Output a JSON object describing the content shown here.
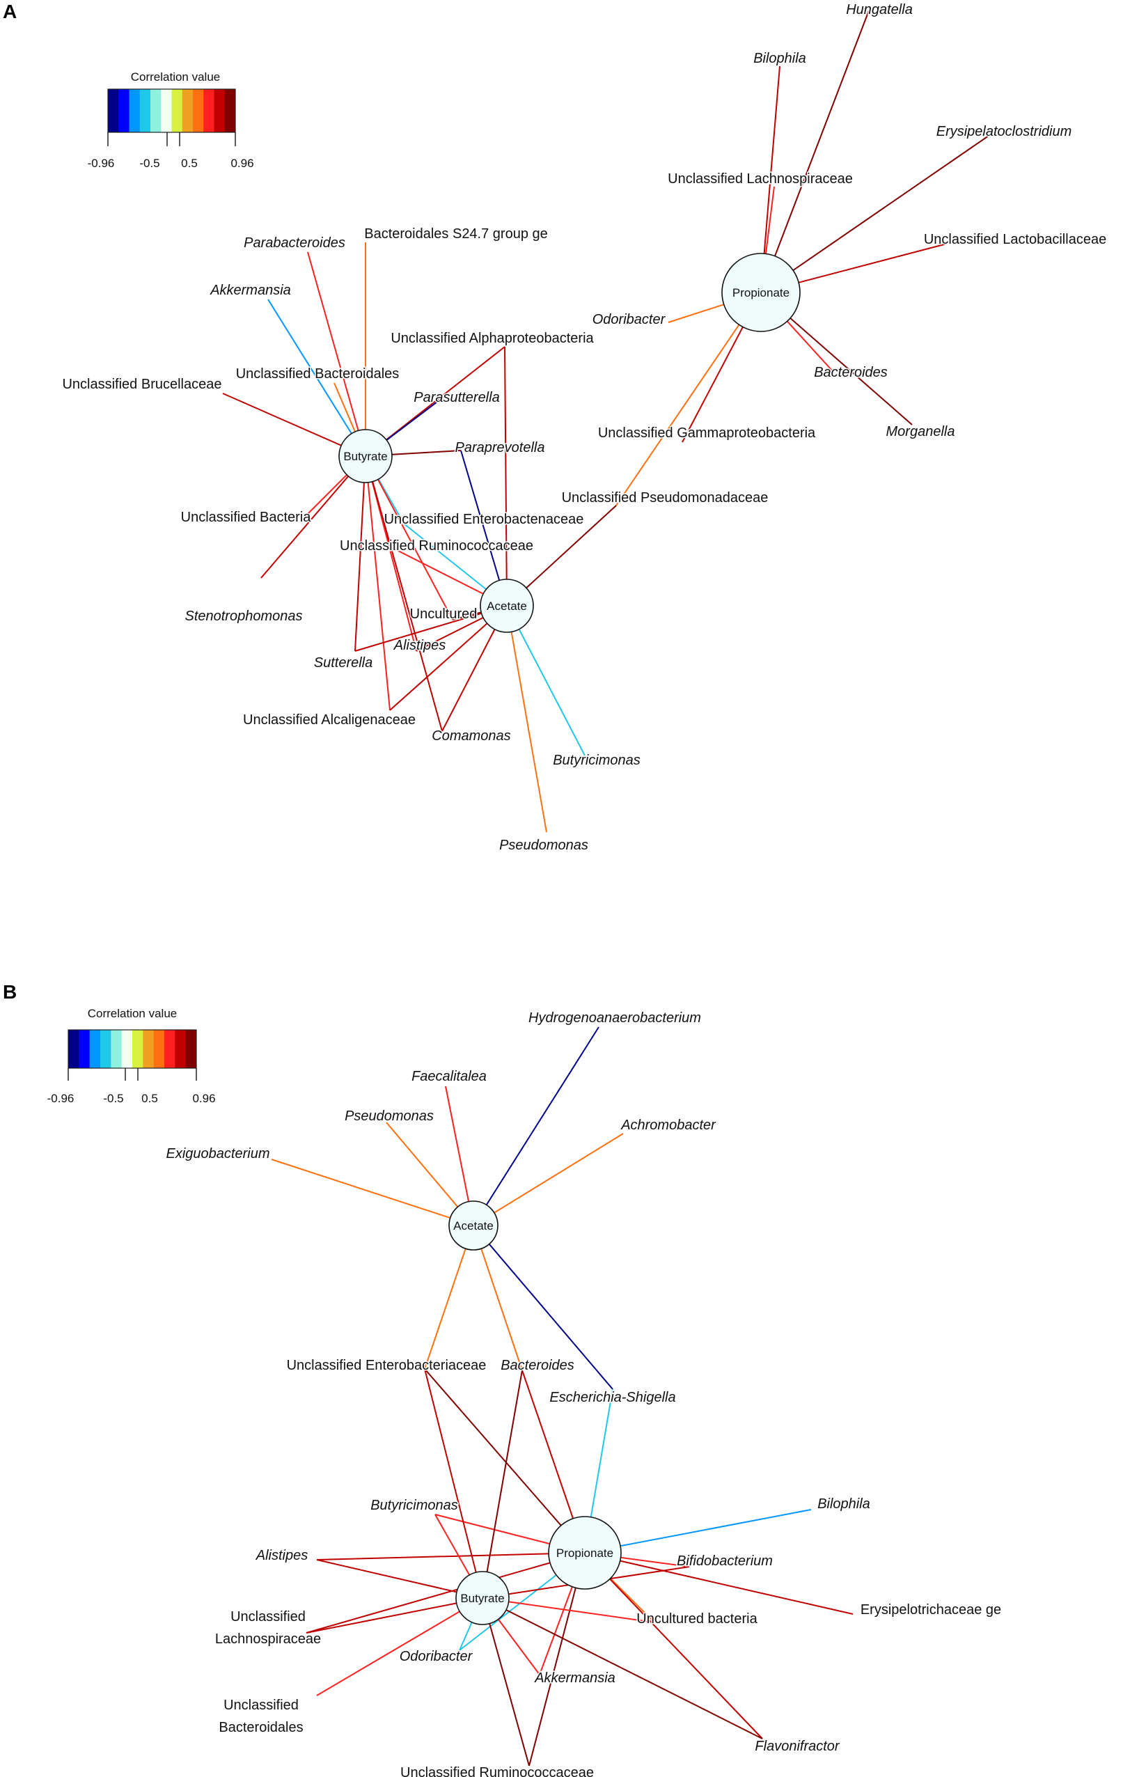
{
  "colormap": [
    "#00008b",
    "#0000ff",
    "#0096ff",
    "#20c8e8",
    "#90f0e0",
    "#f0fff0",
    "#d8f040",
    "#f0a020",
    "#ff7010",
    "#ff2020",
    "#c00000",
    "#800000"
  ],
  "panels": [
    {
      "id": "A",
      "label": "A",
      "legend": {
        "title": "Correlation value",
        "ticks": [
          "-0.96",
          "-0.5",
          "0.5",
          "0.96"
        ]
      },
      "hubs": [
        {
          "id": "butyrate",
          "label": "Butyrate"
        },
        {
          "id": "acetate",
          "label": "Acetate"
        },
        {
          "id": "propionate",
          "label": "Propionate"
        }
      ],
      "taxa": [
        {
          "id": "hungatella",
          "label": "Hungatella",
          "italic": true
        },
        {
          "id": "bilophila",
          "label": "Bilophila",
          "italic": true
        },
        {
          "id": "erysipelato",
          "label": "Erysipelatoclostridium",
          "italic": true
        },
        {
          "id": "lachno",
          "label": "Unclassified Lachnospiraceae",
          "italic": false
        },
        {
          "id": "lactobac",
          "label": "Unclassified Lactobacillaceae",
          "italic": false
        },
        {
          "id": "odoribacter",
          "label": "Odoribacter",
          "italic": true
        },
        {
          "id": "bacteroides",
          "label": "Bacteroides",
          "italic": true
        },
        {
          "id": "morganella",
          "label": "Morganella",
          "italic": true
        },
        {
          "id": "gamma",
          "label": "Unclassified Gammaproteobacteria",
          "italic": false
        },
        {
          "id": "pseudomonad",
          "label": "Unclassified Pseudomonadaceae",
          "italic": false
        },
        {
          "id": "parabac",
          "label": "Parabacteroides",
          "italic": true
        },
        {
          "id": "s24",
          "label": "Bacteroidales S24.7 group ge",
          "italic": false
        },
        {
          "id": "akk",
          "label": "Akkermansia",
          "italic": true
        },
        {
          "id": "alpha",
          "label": "Unclassified Alphaproteobacteria",
          "italic": false
        },
        {
          "id": "bacteroidales",
          "label": "Unclassified Bacteroidales",
          "italic": false
        },
        {
          "id": "brucell",
          "label": "Unclassified Brucellaceae",
          "italic": false
        },
        {
          "id": "parasut",
          "label": "Parasutterella",
          "italic": true
        },
        {
          "id": "paraprev",
          "label": "Paraprevotella",
          "italic": true
        },
        {
          "id": "ucbac",
          "label": "Unclassified Bacteria",
          "italic": false
        },
        {
          "id": "entero",
          "label": "Unclassified Enterobactenaceae",
          "italic": false
        },
        {
          "id": "rumino",
          "label": "Unclassified Ruminococcaceae",
          "italic": false
        },
        {
          "id": "steno",
          "label": "Stenotrophomonas",
          "italic": true
        },
        {
          "id": "uncultured",
          "label": "Uncultured",
          "italic": false
        },
        {
          "id": "sutterella",
          "label": "Sutterella",
          "italic": true
        },
        {
          "id": "alistipes",
          "label": "Alistipes",
          "italic": true
        },
        {
          "id": "alcalig",
          "label": "Unclassified Alcaligenaceae",
          "italic": false
        },
        {
          "id": "comamonas",
          "label": "Comamonas",
          "italic": true
        },
        {
          "id": "butyricimonas",
          "label": "Butyricimonas",
          "italic": true
        },
        {
          "id": "pseudomonas",
          "label": "Pseudomonas",
          "italic": true
        }
      ],
      "edges": [
        {
          "from": "propionate",
          "to": "hungatella",
          "r": 0.9
        },
        {
          "from": "propionate",
          "to": "bilophila",
          "r": 0.72
        },
        {
          "from": "propionate",
          "to": "erysipelato",
          "r": 0.9
        },
        {
          "from": "propionate",
          "to": "lachno",
          "r": 0.6
        },
        {
          "from": "propionate",
          "to": "lactobac",
          "r": 0.75
        },
        {
          "from": "propionate",
          "to": "odoribacter",
          "r": 0.45
        },
        {
          "from": "propionate",
          "to": "bacteroides",
          "r": 0.62
        },
        {
          "from": "propionate",
          "to": "morganella",
          "r": 0.9
        },
        {
          "from": "propionate",
          "to": "gamma",
          "r": 0.72
        },
        {
          "from": "propionate",
          "to": "pseudomonad",
          "r": 0.45
        },
        {
          "from": "butyrate",
          "to": "parabac",
          "r": 0.62
        },
        {
          "from": "butyrate",
          "to": "s24",
          "r": 0.45
        },
        {
          "from": "butyrate",
          "to": "akk",
          "r": -0.55
        },
        {
          "from": "butyrate",
          "to": "alpha",
          "r": 0.72
        },
        {
          "from": "butyrate",
          "to": "bacteroidales",
          "r": 0.45
        },
        {
          "from": "butyrate",
          "to": "brucell",
          "r": 0.75
        },
        {
          "from": "butyrate",
          "to": "parasut",
          "r": -0.8
        },
        {
          "from": "butyrate",
          "to": "paraprev",
          "r": 0.9
        },
        {
          "from": "butyrate",
          "to": "ucbac",
          "r": 0.62
        },
        {
          "from": "butyrate",
          "to": "entero",
          "r": -0.45
        },
        {
          "from": "butyrate",
          "to": "rumino",
          "r": 0.6
        },
        {
          "from": "butyrate",
          "to": "steno",
          "r": 0.72
        },
        {
          "from": "butyrate",
          "to": "uncultured",
          "r": 0.6
        },
        {
          "from": "butyrate",
          "to": "sutterella",
          "r": 0.75
        },
        {
          "from": "butyrate",
          "to": "alistipes",
          "r": 0.62
        },
        {
          "from": "butyrate",
          "to": "alcalig",
          "r": 0.62
        },
        {
          "from": "butyrate",
          "to": "comamonas",
          "r": 0.75
        },
        {
          "from": "acetate",
          "to": "alpha",
          "r": 0.75
        },
        {
          "from": "acetate",
          "to": "paraprev",
          "r": -0.8
        },
        {
          "from": "acetate",
          "to": "entero",
          "r": -0.45
        },
        {
          "from": "acetate",
          "to": "rumino",
          "r": 0.62
        },
        {
          "from": "acetate",
          "to": "uncultured",
          "r": 0.9
        },
        {
          "from": "acetate",
          "to": "alistipes",
          "r": 0.72
        },
        {
          "from": "acetate",
          "to": "alcalig",
          "r": 0.75
        },
        {
          "from": "acetate",
          "to": "comamonas",
          "r": 0.72
        },
        {
          "from": "acetate",
          "to": "butyricimonas",
          "r": -0.45
        },
        {
          "from": "acetate",
          "to": "pseudomonas",
          "r": 0.45
        },
        {
          "from": "acetate",
          "to": "pseudomonad",
          "r": 0.9
        },
        {
          "from": "acetate",
          "to": "sutterella",
          "r": 0.75
        }
      ]
    },
    {
      "id": "B",
      "label": "B",
      "legend": {
        "title": "Correlation value",
        "ticks": [
          "-0.96",
          "-0.5",
          "0.5",
          "0.96"
        ]
      },
      "hubs": [
        {
          "id": "acetate",
          "label": "Acetate"
        },
        {
          "id": "propionate",
          "label": "Propionate"
        },
        {
          "id": "butyrate",
          "label": "Butyrate"
        }
      ],
      "taxa": [
        {
          "id": "hydrogeno",
          "label": "Hydrogenoanaerobacterium",
          "italic": true
        },
        {
          "id": "faecalitalea",
          "label": "Faecalitalea",
          "italic": true
        },
        {
          "id": "pseudomonas",
          "label": "Pseudomonas",
          "italic": true
        },
        {
          "id": "achromo",
          "label": "Achromobacter",
          "italic": true
        },
        {
          "id": "exiguo",
          "label": "Exiguobacterium",
          "italic": true
        },
        {
          "id": "entero",
          "label": "Unclassified Enterobacteriaceae",
          "italic": false
        },
        {
          "id": "bacteroides",
          "label": "Bacteroides",
          "italic": true
        },
        {
          "id": "escherichia",
          "label": "Escherichia-Shigella",
          "italic": true
        },
        {
          "id": "butyricimonas",
          "label": "Butyricimonas",
          "italic": true
        },
        {
          "id": "bilophila",
          "label": "Bilophila",
          "italic": true
        },
        {
          "id": "alistipes",
          "label": "Alistipes",
          "italic": true
        },
        {
          "id": "bifido",
          "label": "Bifidobacterium",
          "italic": true
        },
        {
          "id": "lachno",
          "label": "Unclassified\nLachnospiraceae",
          "italic": false
        },
        {
          "id": "uncultured",
          "label": "Uncultured bacteria",
          "italic": false
        },
        {
          "id": "erysip",
          "label": "Erysipelotrichaceae ge",
          "italic": false
        },
        {
          "id": "odoribacter",
          "label": "Odoribacter",
          "italic": true
        },
        {
          "id": "akk",
          "label": "Akkermansia",
          "italic": true
        },
        {
          "id": "bacteroidales",
          "label": "Unclassified\nBacteroidales",
          "italic": false
        },
        {
          "id": "flavoni",
          "label": "Flavonifractor",
          "italic": true
        },
        {
          "id": "rumino",
          "label": "Unclassified Ruminococcaceae",
          "italic": false
        }
      ],
      "edges": [
        {
          "from": "acetate",
          "to": "hydrogeno",
          "r": -0.9
        },
        {
          "from": "acetate",
          "to": "faecalitalea",
          "r": 0.62
        },
        {
          "from": "acetate",
          "to": "pseudomonas",
          "r": 0.45
        },
        {
          "from": "acetate",
          "to": "achromo",
          "r": 0.45
        },
        {
          "from": "acetate",
          "to": "exiguo",
          "r": 0.45
        },
        {
          "from": "acetate",
          "to": "entero",
          "r": 0.45
        },
        {
          "from": "acetate",
          "to": "bacteroides",
          "r": 0.45
        },
        {
          "from": "acetate",
          "to": "escherichia",
          "r": -0.8
        },
        {
          "from": "propionate",
          "to": "entero",
          "r": 0.9
        },
        {
          "from": "propionate",
          "to": "bacteroides",
          "r": 0.75
        },
        {
          "from": "propionate",
          "to": "escherichia",
          "r": -0.45
        },
        {
          "from": "propionate",
          "to": "butyricimonas",
          "r": 0.62
        },
        {
          "from": "propionate",
          "to": "bilophila",
          "r": -0.55
        },
        {
          "from": "propionate",
          "to": "alistipes",
          "r": 0.75
        },
        {
          "from": "propionate",
          "to": "bifido",
          "r": 0.62
        },
        {
          "from": "propionate",
          "to": "uncultured",
          "r": 0.45
        },
        {
          "from": "propionate",
          "to": "erysip",
          "r": 0.75
        },
        {
          "from": "propionate",
          "to": "lachno",
          "r": 0.75
        },
        {
          "from": "propionate",
          "to": "akk",
          "r": 0.62
        },
        {
          "from": "propionate",
          "to": "rumino",
          "r": 0.9
        },
        {
          "from": "propionate",
          "to": "flavoni",
          "r": 0.75
        },
        {
          "from": "propionate",
          "to": "odoribacter",
          "r": -0.45
        },
        {
          "from": "butyrate",
          "to": "entero",
          "r": 0.75
        },
        {
          "from": "butyrate",
          "to": "bacteroides",
          "r": 0.9
        },
        {
          "from": "butyrate",
          "to": "butyricimonas",
          "r": 0.62
        },
        {
          "from": "butyrate",
          "to": "alistipes",
          "r": 0.75
        },
        {
          "from": "butyrate",
          "to": "lachno",
          "r": 0.75
        },
        {
          "from": "butyrate",
          "to": "bacteroidales",
          "r": 0.62
        },
        {
          "from": "butyrate",
          "to": "bifido",
          "r": 0.75
        },
        {
          "from": "butyrate",
          "to": "uncultured",
          "r": 0.62
        },
        {
          "from": "butyrate",
          "to": "odoribacter",
          "r": -0.45
        },
        {
          "from": "butyrate",
          "to": "flavoni",
          "r": 0.9
        },
        {
          "from": "butyrate",
          "to": "rumino",
          "r": 0.9
        },
        {
          "from": "butyrate",
          "to": "akk",
          "r": 0.62
        }
      ]
    }
  ]
}
